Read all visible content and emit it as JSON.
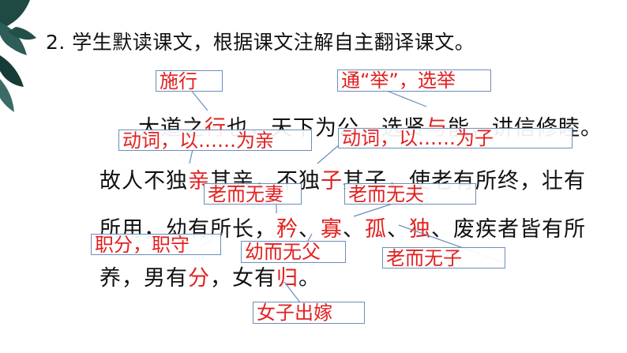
{
  "heading": "2. 学生默读课文，根据课文注解自主翻译课文。",
  "passage": {
    "line1": [
      "大道之",
      "行",
      "也，天下为公，选贤",
      "与",
      "能，讲信修睦。"
    ],
    "line2": [
      "故人不独",
      "亲",
      "其亲，不独",
      "子",
      "其子，使老有所终，壮有"
    ],
    "line3": [
      "所用，幼有所长，",
      "矜",
      "、",
      "寡",
      "、",
      "孤",
      "、",
      "独",
      "、废疾者皆有所"
    ],
    "line4": [
      "养，男有",
      "分",
      "，女有",
      "归",
      "。"
    ]
  },
  "annotations": {
    "xing": "施行",
    "yu": "通“举”，选举",
    "qin": "动词，以……为亲",
    "zi": "动词，以……为子",
    "guan": "老而无妻",
    "gua": "老而无夫",
    "fen": "职分，职守",
    "gu": "幼而无父",
    "du": "老而无子",
    "gui": "女子出嫁"
  },
  "colors": {
    "highlight": "#e31f1f",
    "box_border": "#6a8fb8",
    "text": "#111111"
  }
}
